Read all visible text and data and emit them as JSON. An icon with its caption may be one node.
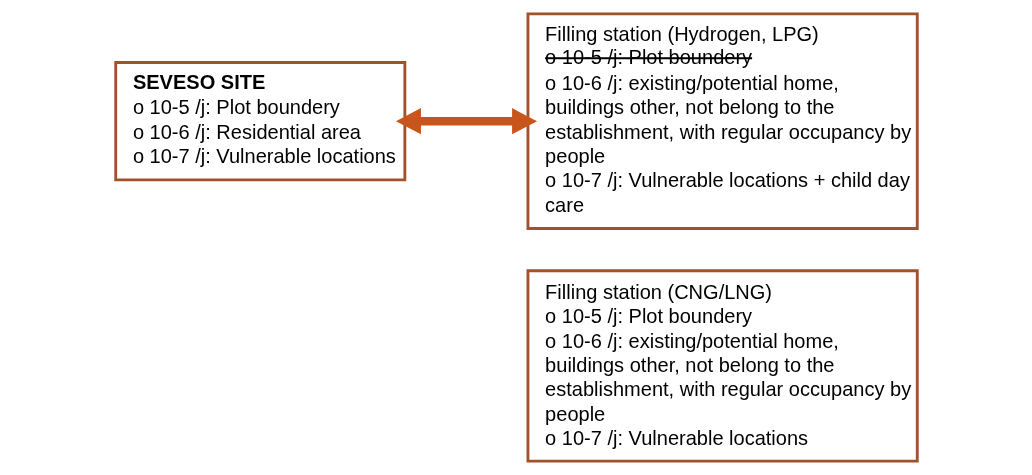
{
  "diagram": {
    "nodes": [
      {
        "text": [
          "SEVESO SITE",
          "o 10-5 /j: Plot boundery",
          "o 10-6 /j: Residential area",
          "o 10-7 /j: Vulnerable locations"
        ]
      },
      {
        "text": [
          "Filling station (Hydrogen, LPG)",
          "o 10-5 /j: Plot boundery",
          "o 10-6 /j: existing/potential home, buildings other, not belong to the establishment, with regular occupancy by people",
          "o 10-7 /j: Vulnerable locations + child day care"
        ]
      },
      {
        "text": [
          "Filling station (CNG/LNG)",
          "o 10-5 /j: Plot boundery",
          "o 10-6 /j: existing/potential home, buildings other, not belong to the establishment, with regular occupancy by people",
          "o 10-7 /j: Vulnerable locations"
        ]
      }
    ],
    "edges": [
      {
        "from": 0,
        "to": 1,
        "arrow": "both",
        "color": "#c8561c"
      }
    ]
  }
}
